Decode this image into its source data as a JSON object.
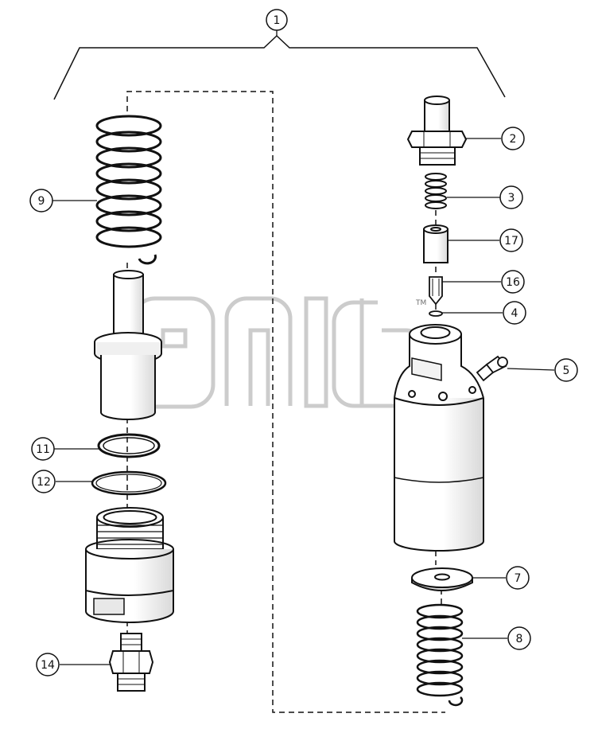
{
  "diagram": {
    "watermark_trademark": "TM",
    "callouts": {
      "c1": "1",
      "c2": "2",
      "c3": "3",
      "c4": "4",
      "c5": "5",
      "c7": "7",
      "c8": "8",
      "c9": "9",
      "c11": "11",
      "c12": "12",
      "c14": "14",
      "c16": "16",
      "c17": "17"
    },
    "colors": {
      "ink": "#111111",
      "watermark": "#bdbdbd",
      "shade": "#e6e6e6"
    }
  }
}
